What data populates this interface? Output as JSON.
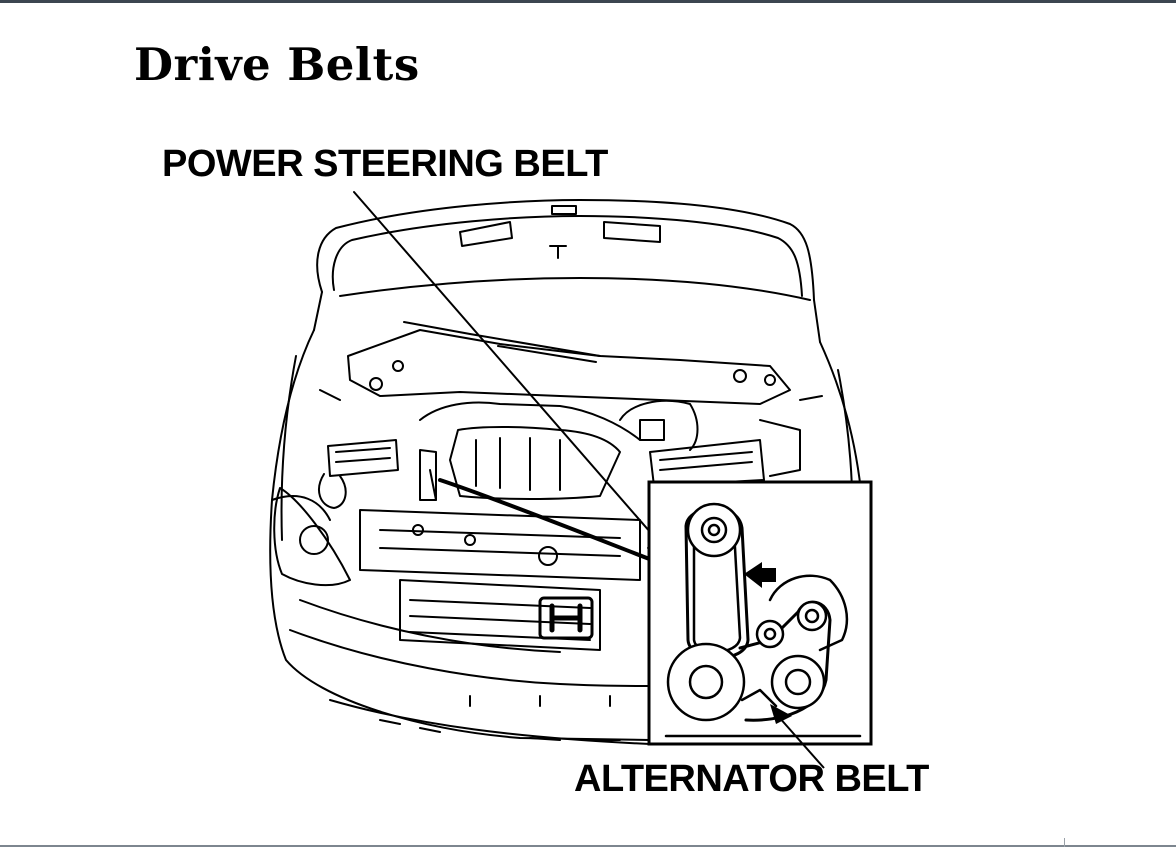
{
  "title": "Drive Belts",
  "labels": {
    "power_steering_belt": "POWER STEERING BELT",
    "alternator_belt": "ALTERNATOR BELT"
  },
  "colors": {
    "ink": "#000000",
    "background": "#ffffff",
    "top_rule": "#3c4650",
    "bottom_rule": "#7d868f"
  }
}
